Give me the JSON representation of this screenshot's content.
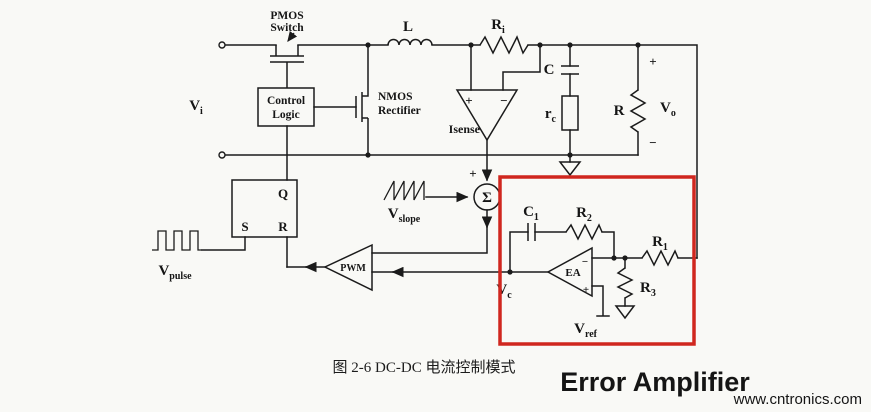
{
  "colors": {
    "highlight_box": "#d0271f",
    "annotation": "#c513c5",
    "watermark": "#17a9a9"
  },
  "labels": {
    "pmos_line1": "PMOS",
    "pmos_line2": "Switch",
    "control_line1": "Control",
    "control_line2": "Logic",
    "nmos_line1": "NMOS",
    "nmos_line2": "Rectifier",
    "inductor": "L",
    "sense_res": {
      "base": "R",
      "sub": "i"
    },
    "cap": "C",
    "esr": {
      "base": "r",
      "sub": "c"
    },
    "load": "R",
    "isense": "Isense",
    "summer": "Σ",
    "latch": {
      "q": "Q",
      "s": "S",
      "r": "R"
    },
    "pwm": "PWM",
    "ea": "EA",
    "c1": {
      "base": "C",
      "sub": "1"
    },
    "r1": {
      "base": "R",
      "sub": "1"
    },
    "r2": {
      "base": "R",
      "sub": "2"
    },
    "r3": {
      "base": "R",
      "sub": "3"
    },
    "plus": "+",
    "minus": "−"
  },
  "signals": {
    "vin": {
      "base": "V",
      "sub": "i"
    },
    "vout": {
      "base": "V",
      "sub": "o"
    },
    "vslope": {
      "base": "V",
      "sub": "slope"
    },
    "vpulse": {
      "base": "V",
      "sub": "pulse"
    },
    "vc": {
      "base": "V",
      "sub": "c"
    },
    "vref": {
      "base": "V",
      "sub": "ref"
    }
  },
  "caption": "图 2-6 DC-DC 电流控制模式",
  "annotation": "Error Amplifier",
  "watermark": "www.cntronics.com"
}
